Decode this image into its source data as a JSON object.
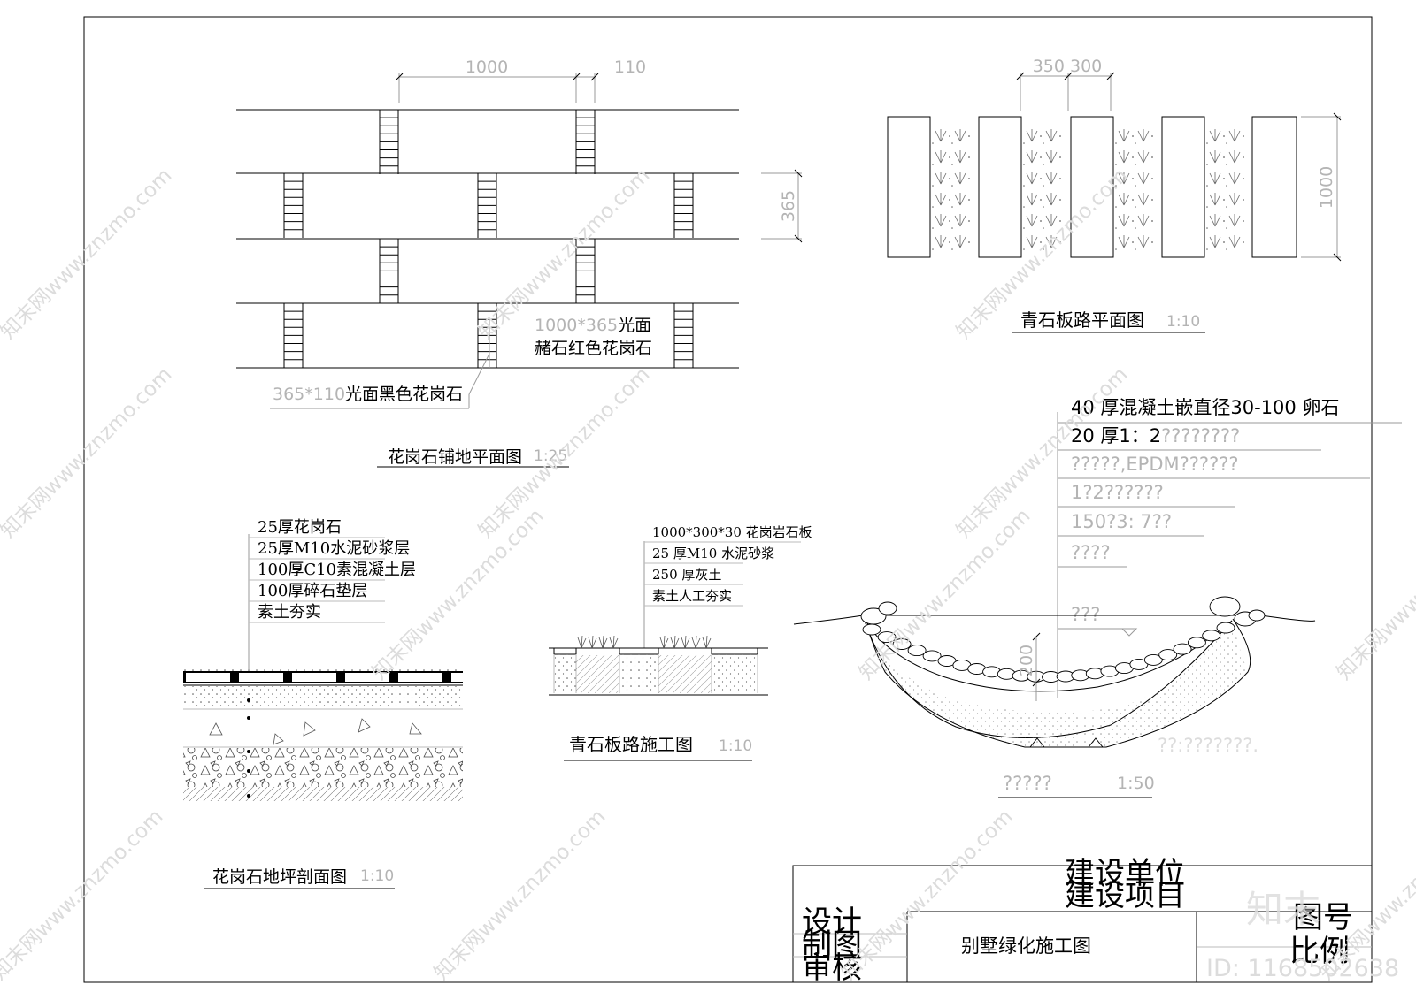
{
  "drawing": {
    "granite_plan": {
      "title": "花岗石铺地平面图",
      "scale": "1:25",
      "dim_top_1": "1000",
      "dim_top_2": "110",
      "dim_right": "365",
      "note_a_1": "1000*365",
      "note_a_2": "光面",
      "note_a_3": "赭石红色花岗石",
      "note_b_1": "365*110",
      "note_b_2": "光面黑色花岗石"
    },
    "slate_plan": {
      "title": "青石板路平面图",
      "scale": "1:10",
      "dim_top": "350 300",
      "dim_right": "1000"
    },
    "granite_section": {
      "title": "花岗石地坪剖面图",
      "scale": "1:10",
      "layers": [
        "25厚花岗石",
        "25厚M10水泥砂浆层",
        "100厚C10素混凝土层",
        "100厚碎石垫层",
        "素土夯实"
      ]
    },
    "slate_section": {
      "title": "青石板路施工图",
      "scale": "1:10",
      "layers": [
        "1000*300*30   花岗岩石板",
        "25 厚M10 水泥砂浆",
        "250 厚灰土",
        "素土人工夯实"
      ]
    },
    "stream_section": {
      "title": "?????",
      "scale": "1:50",
      "layer_1": "40 厚混凝土嵌直径30-100   卵石",
      "layer_2a": "20 厚1：2",
      "layer_2b": "????????",
      "layer_3": "?????,EPDM??????",
      "layer_4": "1?2??????",
      "layer_5": "150?3: 7??",
      "layer_6": "????",
      "water_label": "???",
      "dim": "200",
      "note": "??:???????."
    }
  },
  "title_block": {
    "construction_unit": "建设单位",
    "construction_project": "建设项目",
    "design": "设计",
    "drawing_by": "制图",
    "review": "审核",
    "drawing_name": "别墅绿化施工图",
    "drawing_no": "图号",
    "scale_label": "比例"
  },
  "watermark": {
    "site": "知末网www.znzmo.com",
    "logo": "知末",
    "id": "ID: 1168502638"
  }
}
